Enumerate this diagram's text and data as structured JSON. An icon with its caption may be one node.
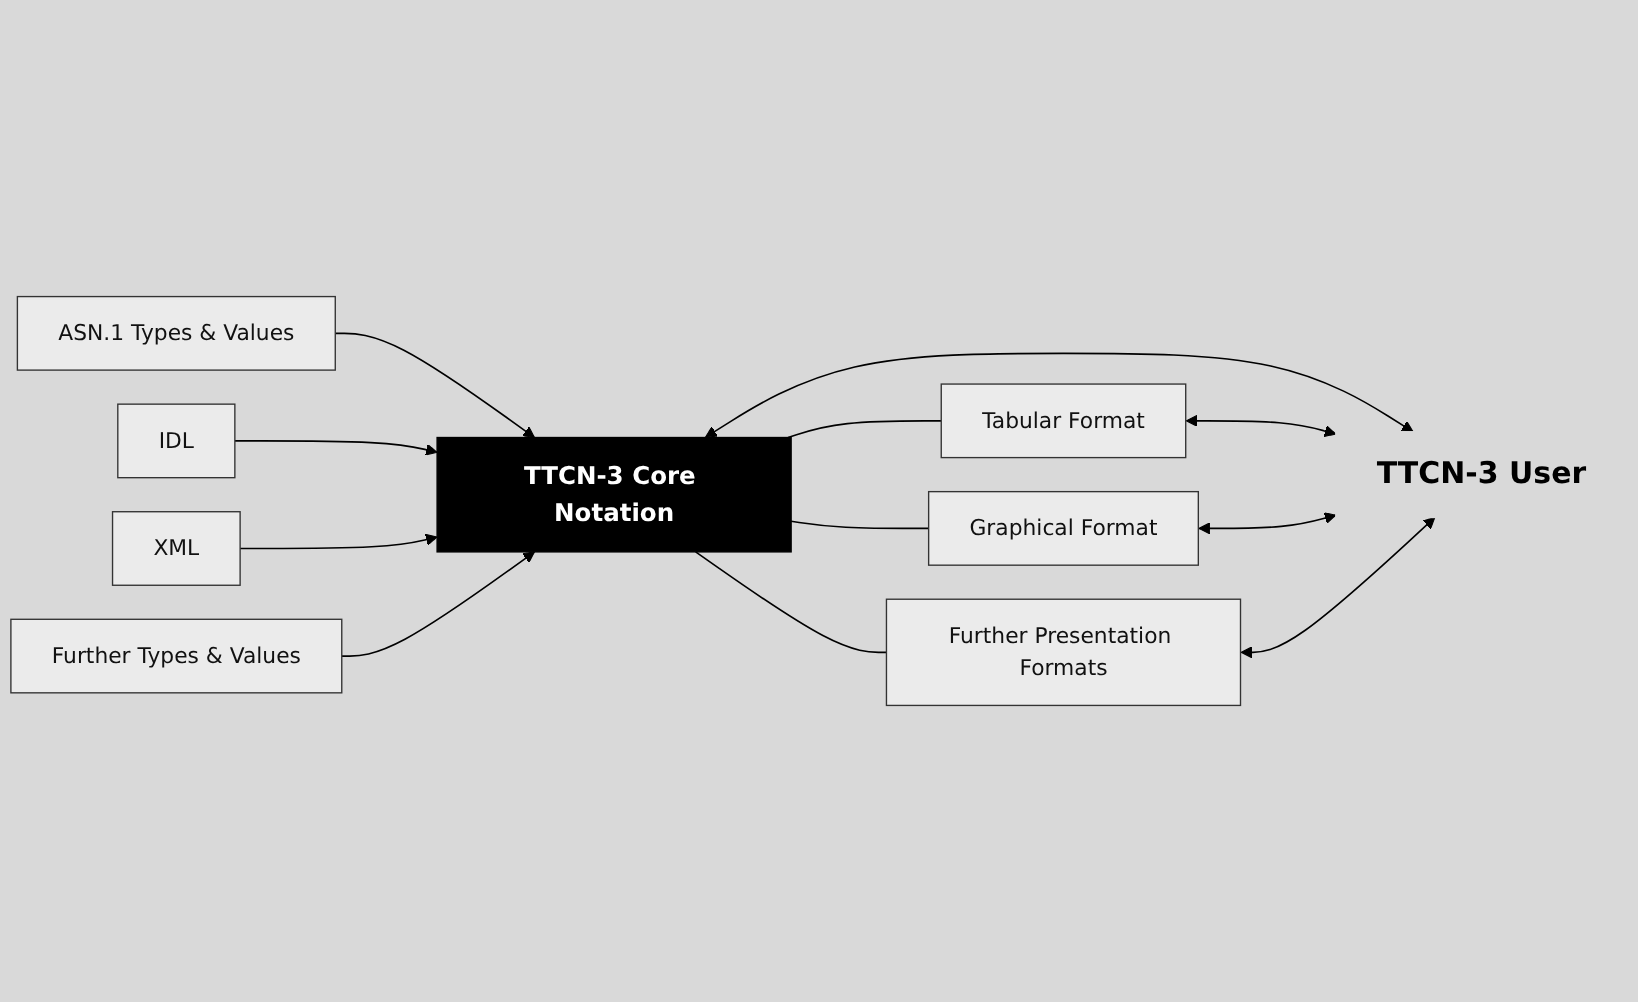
{
  "diagram": {
    "nodes": [
      {
        "text": [
          "ASN.1 Types & Values"
        ]
      },
      {
        "text": [
          "IDL"
        ]
      },
      {
        "text": [
          "XML"
        ]
      },
      {
        "text": [
          "Further Types & Values"
        ]
      },
      {
        "text": [
          "TTCN-3 Core Notation"
        ]
      },
      {
        "text": [
          "Tabular Format"
        ]
      },
      {
        "text": [
          "Graphical Format"
        ]
      },
      {
        "text": [
          "Further Presentation Formats"
        ]
      },
      {
        "text": [
          "TTCN-3 User"
        ]
      }
    ],
    "edges": [
      {
        "from": 0,
        "to": 4,
        "arrow": "to"
      },
      {
        "from": 1,
        "to": 4,
        "arrow": "to"
      },
      {
        "from": 2,
        "to": 4,
        "arrow": "to"
      },
      {
        "from": 3,
        "to": 4,
        "arrow": "to"
      },
      {
        "from": 4,
        "to": 5,
        "arrow": "none"
      },
      {
        "from": 4,
        "to": 6,
        "arrow": "none"
      },
      {
        "from": 4,
        "to": 7,
        "arrow": "none"
      },
      {
        "from": 4,
        "to": 8,
        "arrow": "both"
      },
      {
        "from": 5,
        "to": 8,
        "arrow": "both"
      },
      {
        "from": 6,
        "to": 8,
        "arrow": "both"
      },
      {
        "from": 7,
        "to": 8,
        "arrow": "both"
      }
    ]
  }
}
